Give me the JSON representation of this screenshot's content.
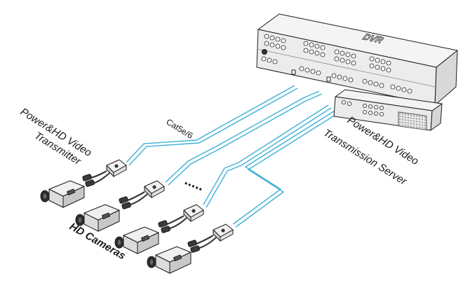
{
  "device": {
    "logo_text": "DVR"
  },
  "labels": {
    "transmitter_line1": "Power&HD Video",
    "transmitter_line2": "Transmitter",
    "server_line1": "Power&HD Video",
    "server_line2": "Transmission Server",
    "cable": "Cat5e/6",
    "cameras": "HD Cameras",
    "ellipsis": "....."
  },
  "colors": {
    "cable": "#3fb0d8",
    "outline": "#1a1a1a",
    "body_fill": "#f2f2f2",
    "dark": "#3a3a3a"
  }
}
